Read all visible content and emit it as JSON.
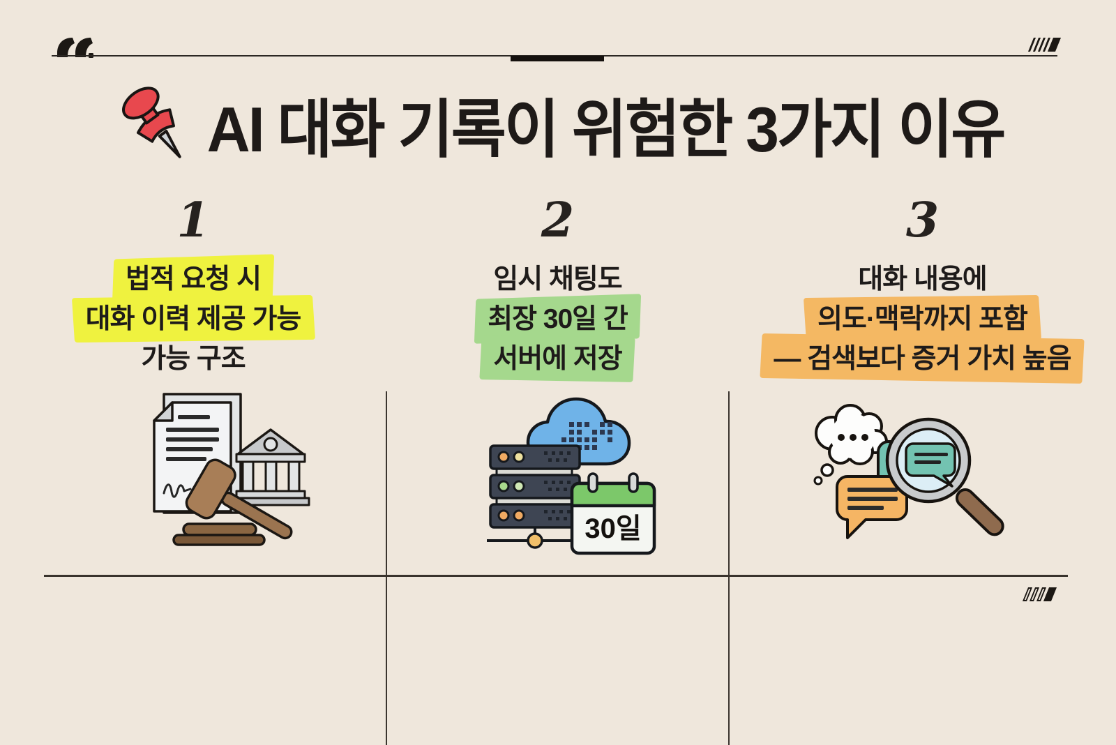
{
  "page": {
    "title": "AI 대화 기록이 위험한 3가지 이유",
    "background_color": "#efe7dc",
    "text_color": "#1e1a18"
  },
  "decor": {
    "top_left_icon": "quote-marks-icon",
    "top_right_icon": "slash-marks-icon",
    "bottom_right_icon": "slash-marks-icon",
    "title_icon": "pushpin-icon",
    "pushpin_color": "#e8484e"
  },
  "highlight_colors": {
    "yellow": "#eff23f",
    "green": "#a5d88d",
    "orange": "#f4b863"
  },
  "columns": [
    {
      "number": "1",
      "lines": [
        {
          "text": "법적 요청 시",
          "highlight": "yellow"
        },
        {
          "text": "대화 이력 제공 가능",
          "highlight": "yellow"
        },
        {
          "text": "가능 구조",
          "highlight": null
        }
      ],
      "icon": "legal-document-gavel-courthouse-icon"
    },
    {
      "number": "2",
      "lines": [
        {
          "text": "임시 채팅도",
          "highlight": null
        },
        {
          "text": "최장 30일 간",
          "highlight": "green"
        },
        {
          "text": "서버에 저장",
          "highlight": "green"
        }
      ],
      "icon": "server-cloud-calendar-icon",
      "calendar_label": "30일"
    },
    {
      "number": "3",
      "lines": [
        {
          "text": "대화 내용에",
          "highlight": null
        },
        {
          "text": "의도·맥락까지 포함",
          "highlight": "orange"
        },
        {
          "text": "— 검색보다 증거 가치 높음",
          "highlight": "orange"
        }
      ],
      "icon": "chat-bubbles-magnifier-icon"
    }
  ]
}
